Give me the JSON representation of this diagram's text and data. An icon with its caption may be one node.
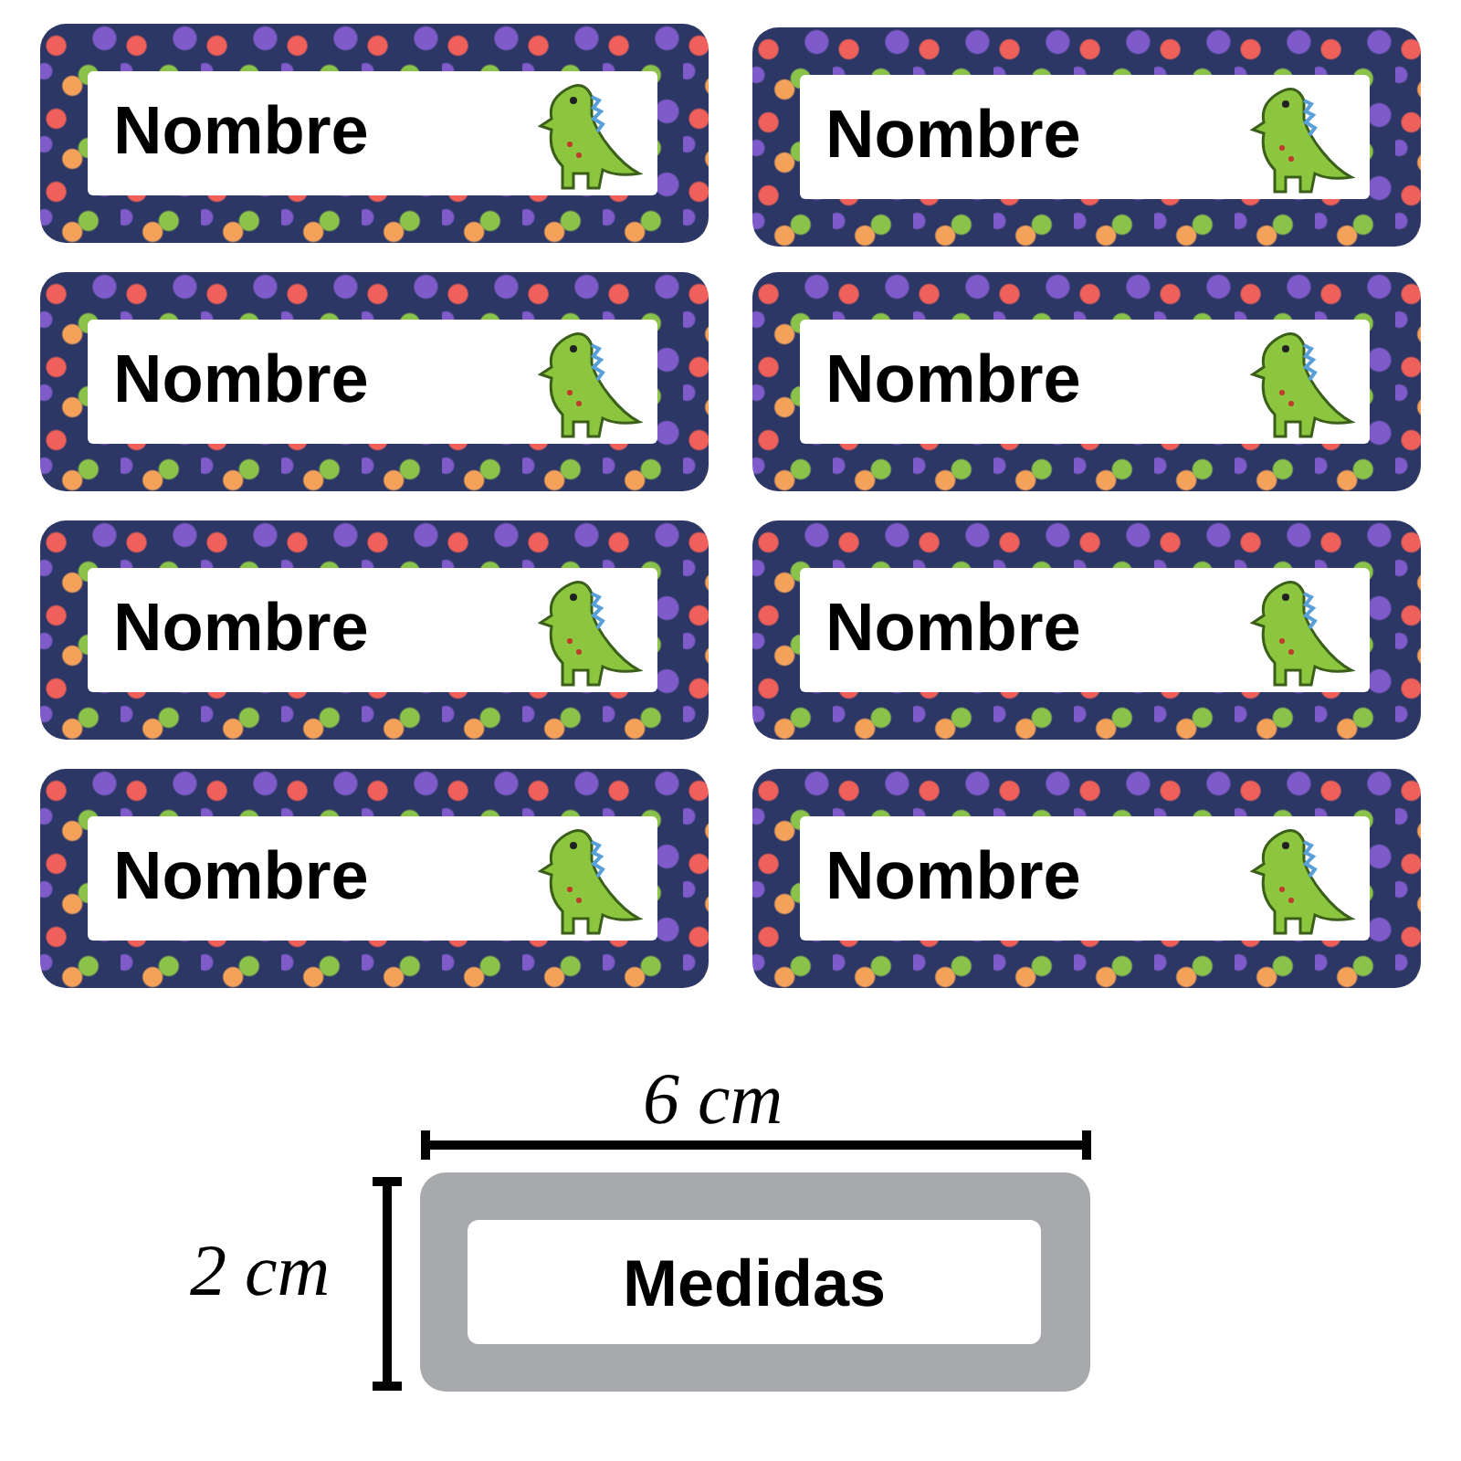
{
  "diagram": {
    "nodes": [
      {
        "text": [
          "Nombre"
        ]
      },
      {
        "text": [
          "Nombre"
        ]
      },
      {
        "text": [
          "Nombre"
        ]
      },
      {
        "text": [
          "Nombre"
        ]
      },
      {
        "text": [
          "Nombre"
        ]
      },
      {
        "text": [
          "Nombre"
        ]
      },
      {
        "text": [
          "Nombre"
        ]
      },
      {
        "text": [
          "Nombre"
        ]
      },
      {
        "text": [
          "Medidas"
        ]
      }
    ],
    "labels": [
      "6 cm",
      "2 cm"
    ]
  }
}
